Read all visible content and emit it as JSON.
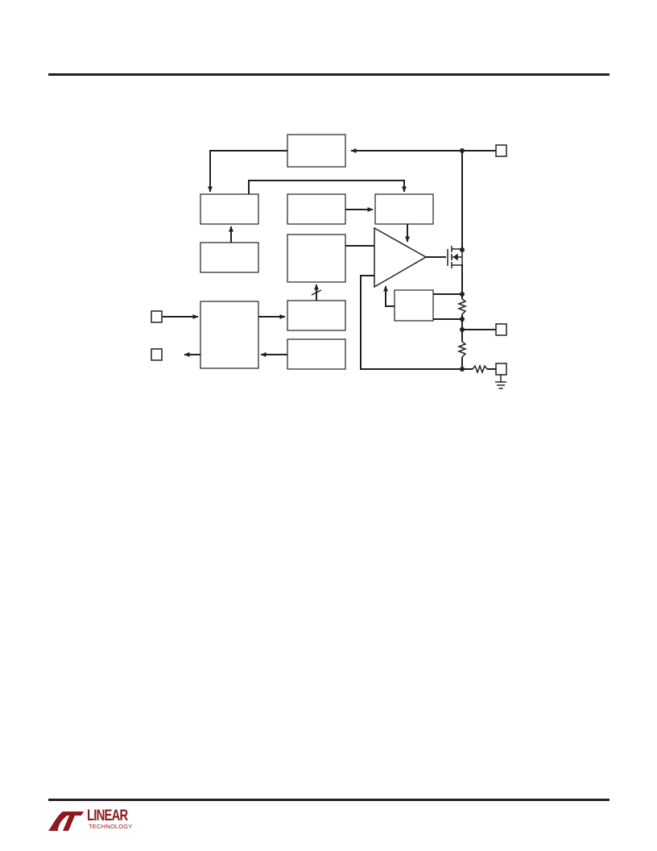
{
  "colors": {
    "ink": "#231f20",
    "brand": "#8b1a1f"
  },
  "footer": {
    "logo_word": "LINEAR",
    "logo_sub": "TECHNOLOGY",
    "logo_icon": "linear-technology-lt-mark"
  }
}
